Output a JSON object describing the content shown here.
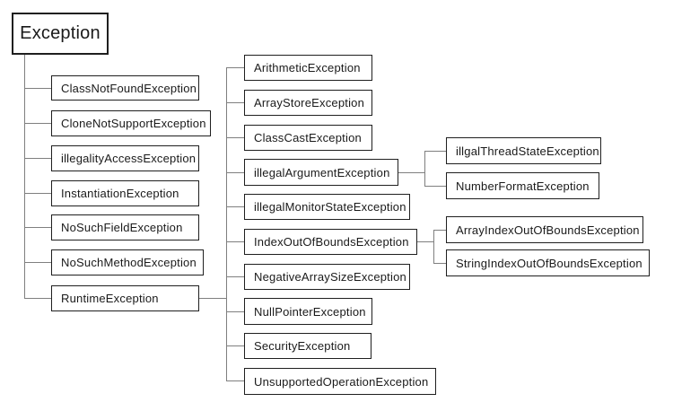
{
  "diagram": {
    "root": {
      "label": "Exception"
    },
    "exception_children": [
      {
        "label": "ClassNotFoundException"
      },
      {
        "label": "CloneNotSupportException"
      },
      {
        "label": "illegalityAccessException"
      },
      {
        "label": "InstantiationException"
      },
      {
        "label": "NoSuchFieldException"
      },
      {
        "label": "NoSuchMethodException"
      },
      {
        "label": "RuntimeException"
      }
    ],
    "runtime_children": [
      {
        "label": "ArithmeticException"
      },
      {
        "label": "ArrayStoreException"
      },
      {
        "label": "ClassCastException"
      },
      {
        "label": "illegalArgumentException"
      },
      {
        "label": "illegalMonitorStateException"
      },
      {
        "label": "IndexOutOfBoundsException"
      },
      {
        "label": "NegativeArraySizeException"
      },
      {
        "label": "NullPointerException"
      },
      {
        "label": "SecurityException"
      },
      {
        "label": "UnsupportedOperationException"
      }
    ],
    "illegal_argument_children": [
      {
        "label": "illgalThreadStateException"
      },
      {
        "label": "NumberFormatException"
      }
    ],
    "index_out_of_bounds_children": [
      {
        "label": "ArrayIndexOutOfBoundsException"
      },
      {
        "label": "StringIndexOutOfBoundsException"
      }
    ],
    "colors": {
      "background": "#ffffff",
      "box_border": "#1f1f1f",
      "connector": "#7f7f7f",
      "text": "#1a1a1a"
    }
  }
}
